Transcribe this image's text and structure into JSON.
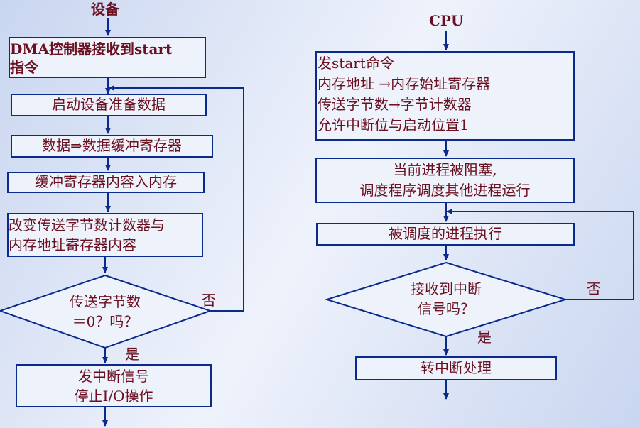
{
  "left_flow": {
    "title": "设备",
    "step1": "DMA控制器接收到start指令",
    "step1_l1": "DMA控制器接收到start",
    "step1_l2": "指令",
    "step2": "启动设备准备数据",
    "step3": "数据⇒数据缓冲寄存器",
    "step4": "缓冲寄存器内容入内存",
    "step5_l1": "改变传送字节数计数器与",
    "step5_l2": "内存地址寄存器内容",
    "decision_l1": "传送字节数",
    "decision_l2": "＝0？吗？",
    "no_label": "否",
    "yes_label": "是",
    "end_l1": "发中断信号",
    "end_l2": "停止I/O操作"
  },
  "right_flow": {
    "title": "CPU",
    "step1_l1": "发start命令",
    "step1_l2": "内存地址 →内存始址寄存器",
    "step1_l3": "传送字节数→字节计数器",
    "step1_l4": "允许中断位与启动位置1",
    "step2_l1": "当前进程被阻塞,",
    "step2_l2": "调度程序调度其他进程运行",
    "step3": "被调度的进程执行",
    "decision_l1": "接收到中断",
    "decision_l2": "信号吗？",
    "no_label": "否",
    "yes_label": "是",
    "end": "转中断处理"
  },
  "colors": {
    "text": "#6b1020",
    "line": "#0a2a8c",
    "background": "#dde5f6"
  }
}
